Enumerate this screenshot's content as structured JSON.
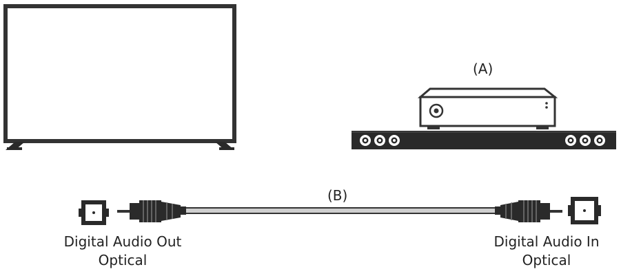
{
  "labels": {
    "soundbar_marker": "(A)",
    "cable_marker": "(B)"
  },
  "ports": {
    "tv_port": {
      "line1": "Digital Audio Out",
      "line2": "Optical"
    },
    "soundbar_port": {
      "line1": "Digital Audio In",
      "line2": "Optical"
    }
  },
  "colors": {
    "outline": "#333333",
    "dark_fill": "#2a2a2a",
    "cable_gray": "#cfcfcf",
    "background": "#ffffff"
  },
  "icons": {
    "tv": "tv-icon",
    "receiver": "receiver-icon",
    "soundbar": "soundbar-icon",
    "optical_port": "optical-port-icon",
    "optical_plug": "optical-plug-icon"
  }
}
